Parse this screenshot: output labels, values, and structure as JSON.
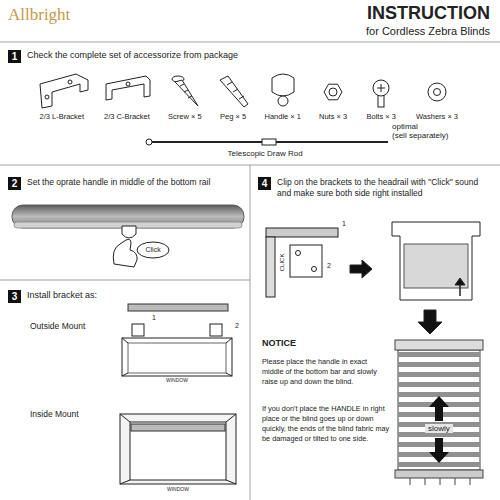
{
  "diagram": {
    "title": "INSTRUCTION",
    "nodes": [
      {
        "text": [
          "1"
        ]
      },
      {
        "text": [
          "2"
        ]
      },
      {
        "text": [
          "3"
        ]
      },
      {
        "text": [
          "4"
        ]
      }
    ],
    "labels": [
      "Allbright",
      "for Cordless Zebra Blinds",
      "Check the complete set of accessorize from package",
      "2/3 L-Bracket",
      "2/3 C-Bracket",
      "Screw × 5",
      "Peg × 5",
      "Handle × 1",
      "Nuts × 3",
      "Bolts × 3",
      "Washers × 3",
      "optimal",
      "(sell separately)",
      "Telescopic Draw Rod",
      "Set the oprate handle in middle of the bottom rail",
      "Click",
      "Install bracket as:",
      "Outside Mount",
      "1",
      "2",
      "WINDOW",
      "Inside Mount",
      "WINDOW",
      "Clip on the brackets to the headrail with \"Click\" sound and make sure both side right installed",
      "CLICK",
      "1",
      "2",
      "NOTICE",
      "Please place the handle in exact middle of the bottom bar and slowly raise up and down the blind.",
      "If you don't place the HANDLE in right place or the blind goes up or down quickly, the ends of the blind fabric may be damaged or tilted to one side.",
      "slowly"
    ]
  }
}
